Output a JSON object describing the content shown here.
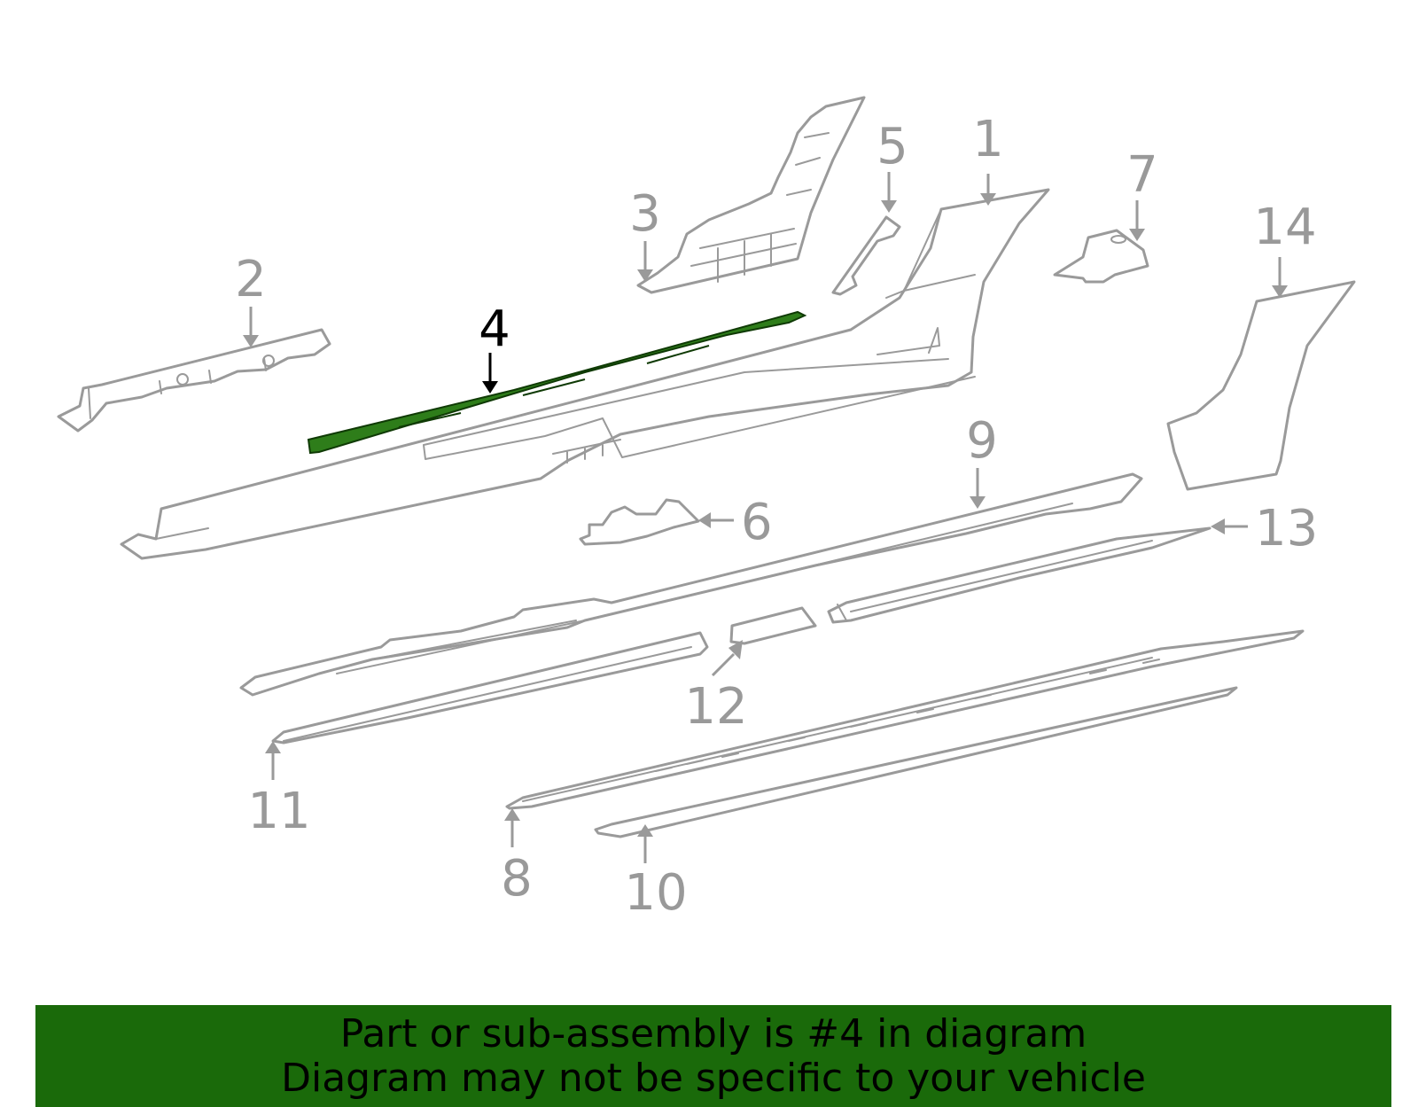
{
  "callouts": [
    "1",
    "2",
    "3",
    "4",
    "5",
    "6",
    "7",
    "8",
    "9",
    "10",
    "11",
    "12",
    "13",
    "14"
  ],
  "highlighted_part": "4",
  "colors": {
    "highlight_fill": "#2e7d1a",
    "banner_bg": "#1a6a0a",
    "parts_stroke": "#9a9a9a",
    "label_gray": "#999999"
  },
  "banner": {
    "line1": "Part or sub-assembly is #4 in diagram",
    "line2": "Diagram may not be specific to your vehicle"
  }
}
